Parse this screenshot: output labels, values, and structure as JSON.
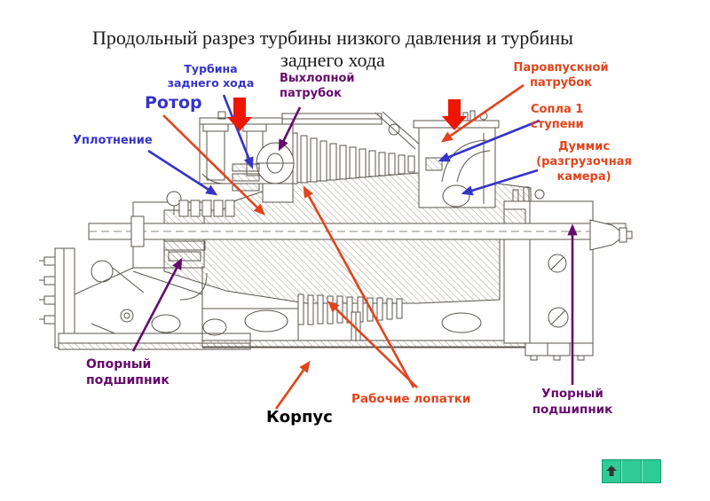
{
  "slide": {
    "title": "Продольный разрез турбины низкого давления и турбины\nзаднего хода"
  },
  "labels": {
    "turbina_zadnego_hoda": "Турбина\nзаднего хода",
    "vyhlopnoy_patrubok": "Выхлопной\nпатрубок",
    "parovpusknoy_patrubok": "Паровпускной\nпатрубок",
    "rotor": "Ротор",
    "sopla_1_stupeni": "Сопла 1\nступени",
    "uplotnenie": "Уплотнение",
    "dummis": "Думмис\n(разгрузочная\nкамера)",
    "oporny_podshipnik": "Опорный\nподшипник",
    "korpus": "Корпус",
    "rabochie_lopatki": "Рабочие лопатки",
    "uporny_podshipnik": "Упорный\nподшипник"
  },
  "colors": {
    "label_blue": "#3633c9",
    "label_purple": "#660b6b",
    "label_orange_red": "#e2441c",
    "block_arrow_red": "#ee1602",
    "nav_green": "#2ecb97",
    "drawing_line": "#5b564e"
  },
  "nav": {
    "buttons": [
      {
        "icon": "up-arrow"
      },
      {
        "icon": ""
      },
      {
        "icon": ""
      }
    ]
  }
}
